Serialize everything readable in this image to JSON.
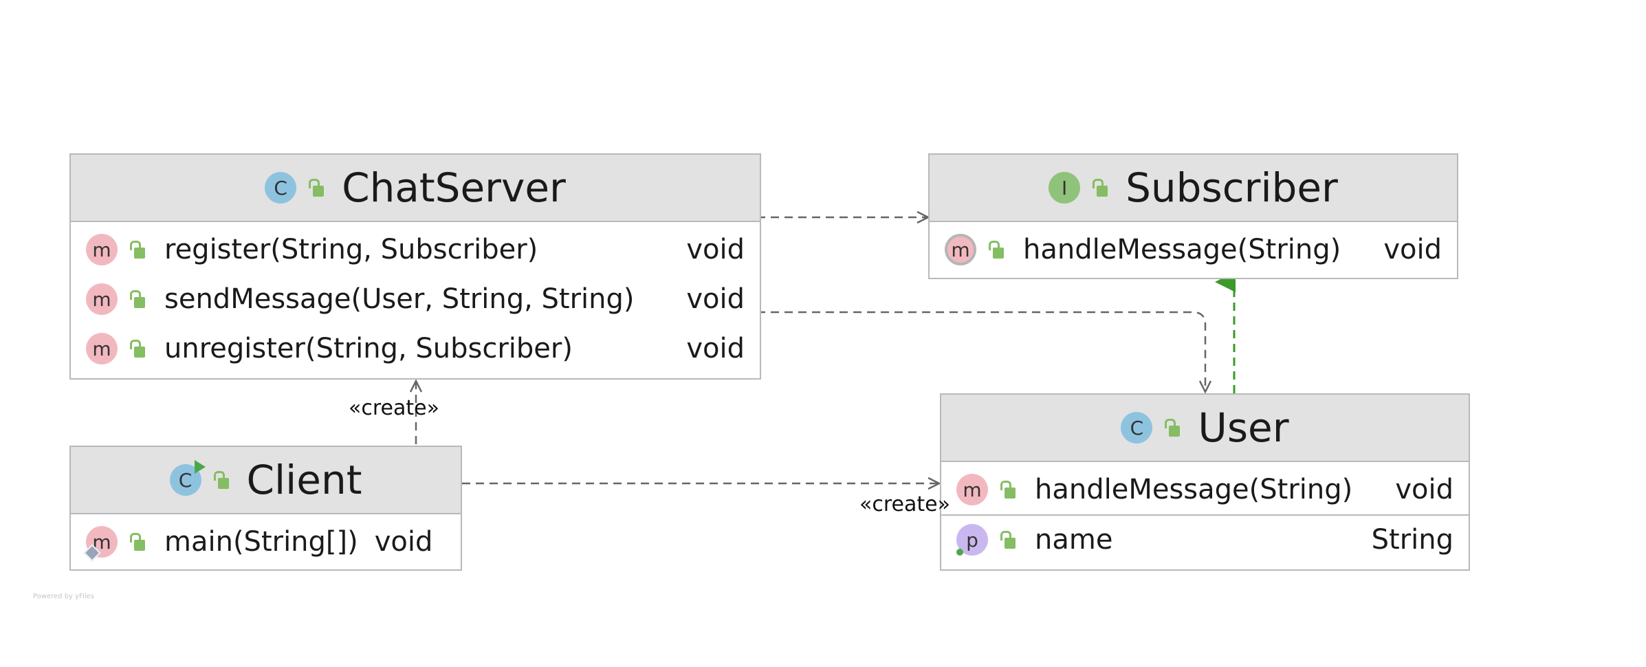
{
  "classes": {
    "chatserver": {
      "name": "ChatServer",
      "kind_letter": "C",
      "members": [
        {
          "letter": "m",
          "name": "register(String, Subscriber)",
          "type": "void"
        },
        {
          "letter": "m",
          "name": "sendMessage(User, String, String)",
          "type": "void"
        },
        {
          "letter": "m",
          "name": "unregister(String, Subscriber)",
          "type": "void"
        }
      ]
    },
    "subscriber": {
      "name": "Subscriber",
      "kind_letter": "I",
      "members": [
        {
          "letter": "m",
          "name": "handleMessage(String)",
          "type": "void"
        }
      ]
    },
    "client": {
      "name": "Client",
      "kind_letter": "C",
      "members": [
        {
          "letter": "m",
          "name": "main(String[])",
          "type": "void"
        }
      ]
    },
    "user": {
      "name": "User",
      "kind_letter": "C",
      "members": [
        {
          "letter": "m",
          "name": "handleMessage(String)",
          "type": "void"
        },
        {
          "letter": "p",
          "name": "name",
          "type": "String"
        }
      ]
    }
  },
  "edge_labels": {
    "client_to_chatserver": "«create»",
    "client_to_user": "«create»"
  },
  "footer": "Powered by yFiles",
  "colors": {
    "dependency": "#666666",
    "realization": "#3a9a2a",
    "class_icon": "#8ec3e0",
    "interface_icon": "#8fc27b",
    "method_icon": "#f2b8c0",
    "property_icon": "#c9b8f0",
    "header_bg": "#e2e2e2"
  }
}
